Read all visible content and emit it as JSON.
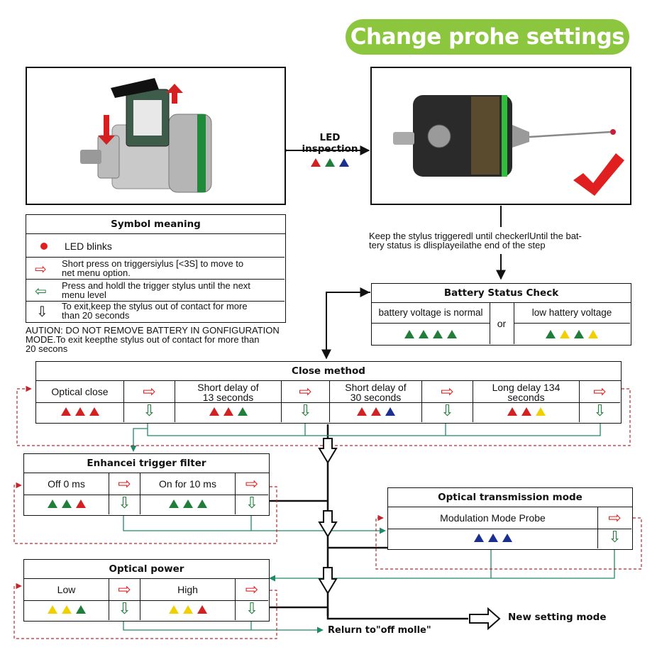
{
  "title": "Change prohe settings",
  "led_inspection": {
    "label": "LED inspection",
    "triangles": [
      "red",
      "green",
      "blue"
    ]
  },
  "stylus_note": "Keep the stylus triggeredl until checkerlUntil the bat-\ntery status is dlispIayeilathe end of the step",
  "symbol_meaning": {
    "header": "Symbol meaning",
    "items": [
      {
        "icon": "red-dot",
        "text": "LED blinks"
      },
      {
        "icon": "red-right-arrow",
        "text": "Short press on triggersiylus [<3S] to move to\nnet menu option."
      },
      {
        "icon": "green-left-arrow",
        "text": "Press and holdl the trigger stylus until the next\nmenu level"
      },
      {
        "icon": "black-down-arrow",
        "text": "To exit,keep the stylus out of contact for more\nthan 20 seconds"
      }
    ]
  },
  "caution": "AUTION: DO NOT REMOVE BATTERY IN GONFIGURATION\nMODE.To exit keepthe stylus out of contact for more than\n20 secons",
  "battery": {
    "header": "Battery Status Check",
    "normal_label": "battery voltage is normal",
    "or": "or",
    "low_label": "low hattery voltage",
    "normal_triangles": [
      "green",
      "green",
      "green",
      "green"
    ],
    "low_triangles": [
      "green",
      "yellow",
      "green",
      "yellow"
    ]
  },
  "close_method": {
    "header": "Close method",
    "options": [
      {
        "label": "Optical close",
        "triangles": [
          "red",
          "red",
          "red"
        ]
      },
      {
        "label": "Short delay of\n13 seconds",
        "triangles": [
          "red",
          "red",
          "green"
        ]
      },
      {
        "label": "Short delay of\n30 seconds",
        "triangles": [
          "red",
          "red",
          "blue"
        ]
      },
      {
        "label": "Long delay 134\nseconds",
        "triangles": [
          "red",
          "red",
          "yellow"
        ]
      }
    ]
  },
  "trigger_filter": {
    "header": "Enhancei trigger filter",
    "options": [
      {
        "label": "Off 0 ms",
        "triangles": [
          "green",
          "green",
          "red"
        ]
      },
      {
        "label": "On for 10 ms",
        "triangles": [
          "green",
          "green",
          "green"
        ]
      }
    ]
  },
  "optical_transmission": {
    "header": "Optical transmission mode",
    "options": [
      {
        "label": "Modulation Mode Probe",
        "triangles": [
          "blue",
          "blue",
          "blue"
        ]
      }
    ]
  },
  "optical_power": {
    "header": "Optical power",
    "options": [
      {
        "label": "Low",
        "triangles": [
          "yellow",
          "yellow",
          "green"
        ]
      },
      {
        "label": "High",
        "triangles": [
          "yellow",
          "yellow",
          "red"
        ]
      }
    ]
  },
  "new_setting_mode": "New setting mode",
  "return_label": "Relurn to\"off molle\"",
  "colors": {
    "accent_green": "#8cc63f",
    "red": "#d42020",
    "green": "#1f7f3a",
    "blue": "#1a2f8f",
    "yellow": "#f2d000"
  }
}
